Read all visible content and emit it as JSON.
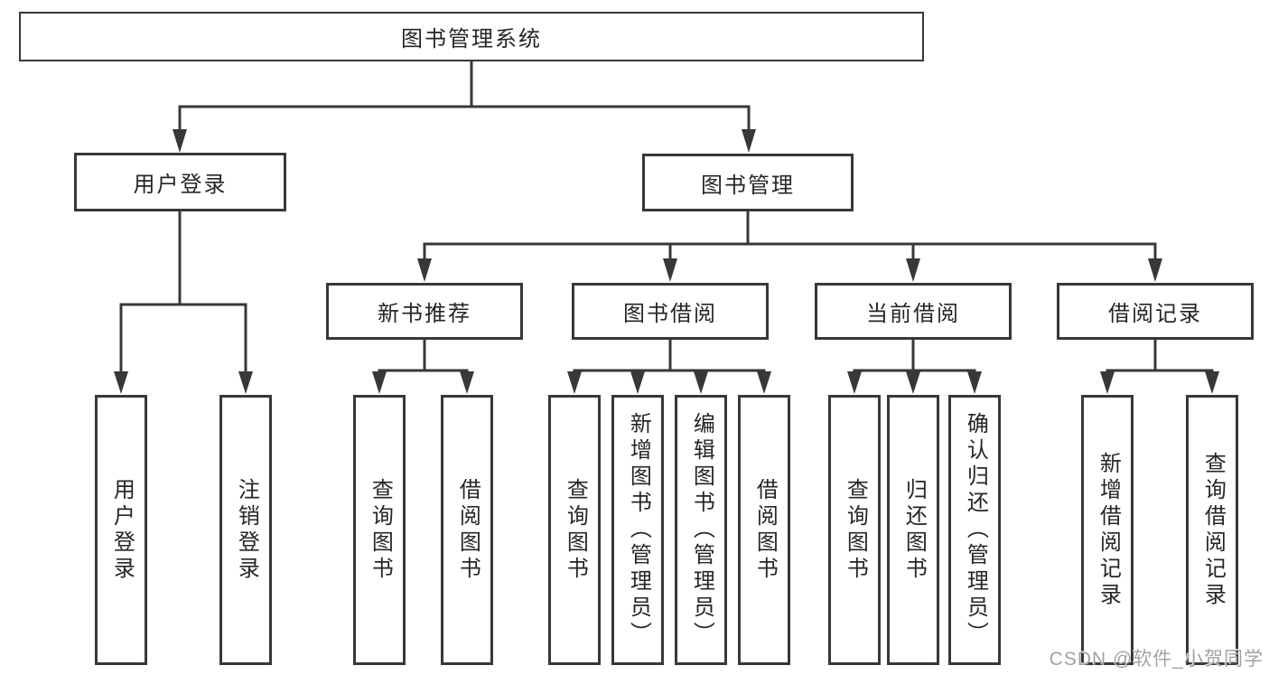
{
  "colors": {
    "line": "#383838",
    "text": "#262626",
    "watermark": "#a3a3a3",
    "background": "#ffffff"
  },
  "tree": {
    "root": {
      "label": "图书管理系统"
    },
    "login_branch": {
      "label": "用户登录",
      "children": [
        {
          "label": "用户登录"
        },
        {
          "label": "注销登录"
        }
      ]
    },
    "management_branch": {
      "label": "图书管理",
      "sections": [
        {
          "label": "新书推荐",
          "children": [
            {
              "label": "查询图书"
            },
            {
              "label": "借阅图书"
            }
          ]
        },
        {
          "label": "图书借阅",
          "children": [
            {
              "label": "查询图书"
            },
            {
              "label": "新增图书（管理员）"
            },
            {
              "label": "编辑图书（管理员）"
            },
            {
              "label": "借阅图书"
            }
          ]
        },
        {
          "label": "当前借阅",
          "children": [
            {
              "label": "查询图书"
            },
            {
              "label": "归还图书"
            },
            {
              "label": "确认归还（管理员）"
            }
          ]
        },
        {
          "label": "借阅记录",
          "children": [
            {
              "label": "新增借阅记录"
            },
            {
              "label": "查询借阅记录"
            }
          ]
        }
      ]
    }
  },
  "watermark": {
    "text": "CSDN @软件_小贺同学"
  }
}
